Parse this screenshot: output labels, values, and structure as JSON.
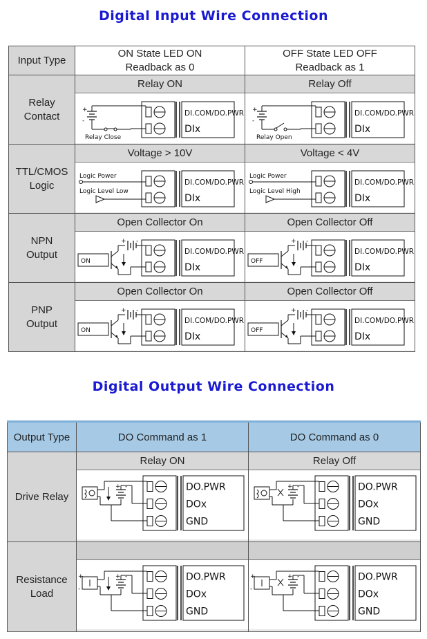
{
  "input": {
    "title": "Digital Input Wire Connection",
    "header": {
      "type_label": "Input Type",
      "col_on": [
        "ON State LED ON",
        "Readback as 0"
      ],
      "col_off": [
        "OFF State LED OFF",
        "Readback as 1"
      ]
    },
    "rows": [
      {
        "label": [
          "Relay",
          "Contact"
        ],
        "on_caption": "Relay ON",
        "off_caption": "Relay Off",
        "on_device": "Relay Close",
        "off_device": "Relay Open",
        "term_top": "DI.COM/DO.PWR",
        "term_bottom": "DIx"
      },
      {
        "label": [
          "TTL/CMOS",
          "Logic"
        ],
        "on_caption": "Voltage > 10V",
        "off_caption": "Voltage < 4V",
        "on_device": [
          "Logic Power",
          "Logic Level Low"
        ],
        "off_device": [
          "Logic Power",
          "Logic Level High"
        ],
        "term_top": "DI.COM/DO.PWR",
        "term_bottom": "DIx"
      },
      {
        "label": [
          "NPN",
          "Output"
        ],
        "on_caption": "Open Collector On",
        "off_caption": "Open Collector Off",
        "on_device": "ON",
        "off_device": "OFF",
        "term_top": "DI.COM/DO.PWR",
        "term_bottom": "DIx"
      },
      {
        "label": [
          "PNP",
          "Output"
        ],
        "on_caption": "Open Collector On",
        "off_caption": "Open Collector Off",
        "on_device": "ON",
        "off_device": "OFF",
        "term_top": "DI.COM/DO.PWR",
        "term_bottom": "DIx"
      }
    ]
  },
  "output": {
    "title": "Digital Output Wire Connection",
    "header": {
      "type_label": "Output Type",
      "col_1": "DO Command as 1",
      "col_0": "DO Command as 0"
    },
    "rows": [
      {
        "label": [
          "Drive Relay"
        ],
        "on_caption": "Relay ON",
        "off_caption": "Relay Off",
        "terms": [
          "DO.PWR",
          "DOx",
          "GND"
        ]
      },
      {
        "label": [
          "Resistance",
          "Load"
        ],
        "on_caption": "",
        "off_caption": "",
        "terms": [
          "DO.PWR",
          "DOx",
          "GND"
        ]
      }
    ]
  },
  "symbols": {
    "plus": "+",
    "minus": "-"
  },
  "colors": {
    "title": "#1919d2",
    "header_gray": "#d6d6d6",
    "output_header_blue": "#a6cae6"
  }
}
